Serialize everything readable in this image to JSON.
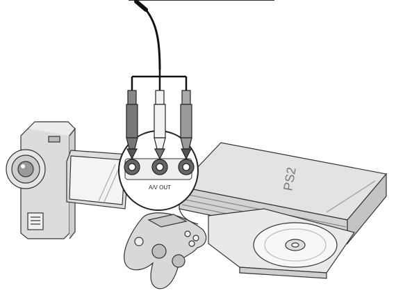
{
  "diagram": {
    "port_label": "A/V OUT",
    "console_logo": "PS2",
    "components": [
      "video-camera",
      "av-cable",
      "av-out-port-callout",
      "console",
      "controller",
      "disc-tray",
      "disc"
    ],
    "connector_count": 3,
    "colors": {
      "outline": "#333333",
      "device_fill": "#dcdcdc",
      "device_fill_light": "#ececec",
      "cable": "#1a1a1a",
      "callout_fill": "#ffffff"
    }
  }
}
